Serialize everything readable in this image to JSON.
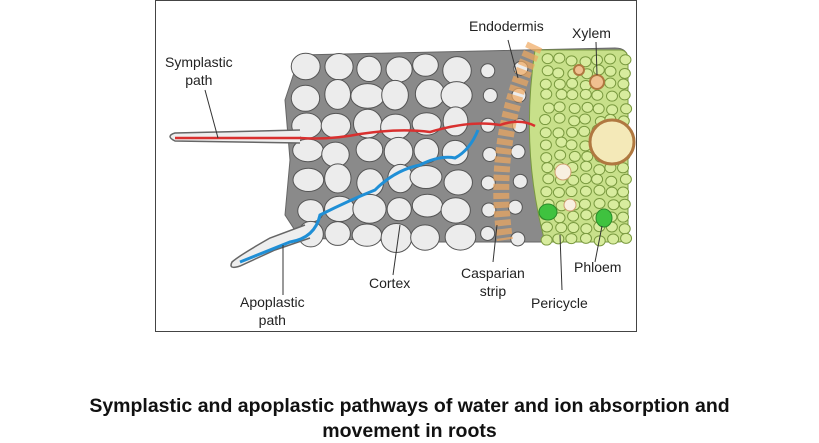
{
  "labels": {
    "symplastic_path": "Symplastic\npath",
    "endodermis": "Endodermis",
    "xylem": "Xylem",
    "cortex": "Cortex",
    "apoplastic_path": "Apoplastic\npath",
    "casparian_strip": "Casparian\nstrip",
    "phloem": "Phloem",
    "pericycle": "Pericycle"
  },
  "caption": {
    "line1": "Symplastic and apoplastic pathways of water and ion absorption and",
    "line2": "movement in roots"
  },
  "colors": {
    "symplastic": "#d9302f",
    "apoplastic": "#1f8fd6",
    "casparian": "#f0a860",
    "stele": "#c8e08a",
    "phloem": "#3fc23f"
  }
}
